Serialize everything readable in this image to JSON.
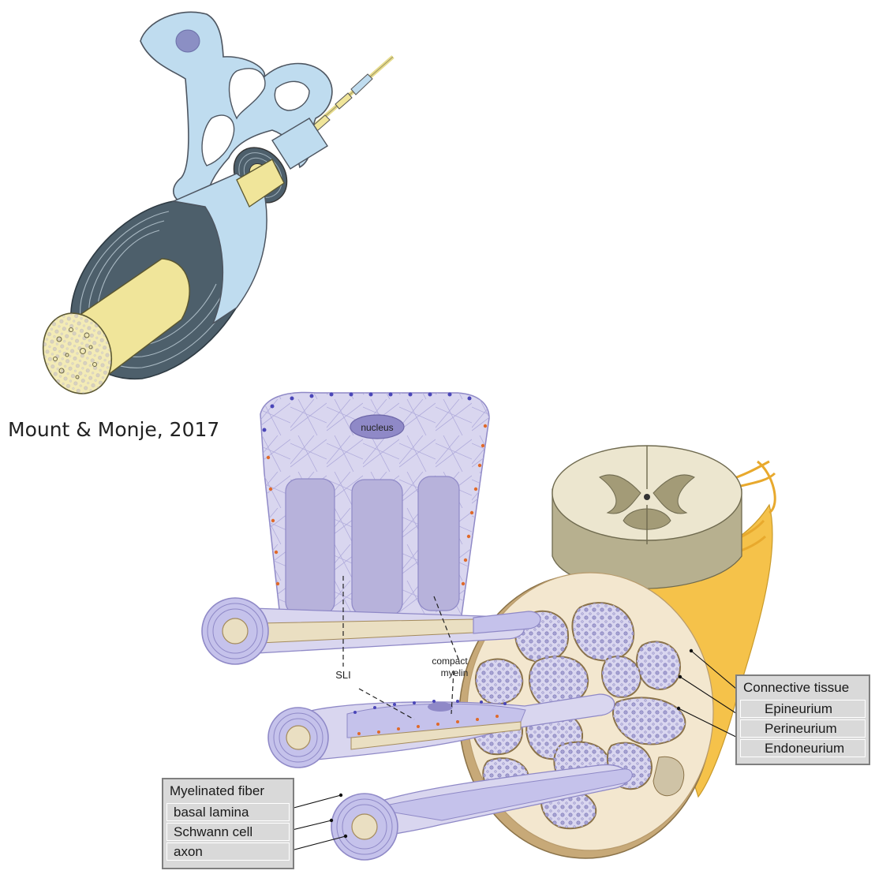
{
  "citation": "Mount & Monje, 2017",
  "labels": {
    "nucleus": "nucleus",
    "sli": "SLI",
    "compact_myelin_line1": "compact",
    "compact_myelin_line2": "myelin"
  },
  "legend_connective": {
    "title": "Connective tissue",
    "items": [
      "Epineurium",
      "Perineurium",
      "Endoneurium"
    ]
  },
  "legend_myelinated": {
    "title": "Myelinated fiber",
    "items": [
      "basal lamina",
      "Schwann cell",
      "axon"
    ]
  },
  "colors": {
    "schwann_cell": "#bfdcef",
    "axon": "#f0e59a",
    "myelin_dark": "#4d5f6b",
    "cell_lavender": "#d9d6ef",
    "cytoplasm_channel": "#b7b2db",
    "epineurium": "#f5c24a",
    "fascicle": "#f3e7cf",
    "spinal_grey": "#9d967a",
    "legend_box": "#d9d9d9"
  }
}
